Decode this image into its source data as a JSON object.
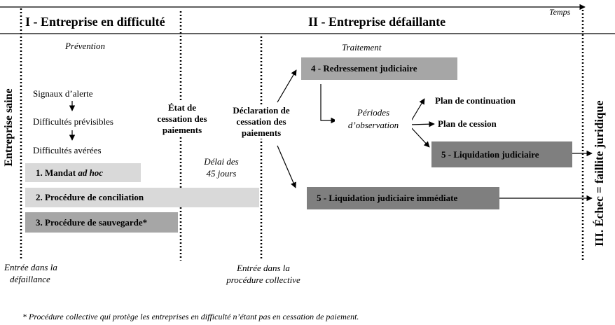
{
  "header": {
    "time_label": "Temps",
    "section1_title": "I - Entreprise en difficulté",
    "section2_title": "II - Entreprise défaillante"
  },
  "left": {
    "vertical_label": "Entreprise saine",
    "prevention": "Prévention",
    "signal1": "Signaux d’alerte",
    "signal2": "Difficultés prévisibles",
    "signal3": "Difficultés avérées",
    "box1_num": "1. Mandat ",
    "box1_em": "ad hoc",
    "box2": "2. Procédure de conciliation",
    "box3": "3. Procédure de sauvegarde*",
    "entry1_line1": "Entrée dans la",
    "entry1_line2": "défaillance"
  },
  "middle": {
    "etat_line1": "État de",
    "etat_line2": "cessation des",
    "etat_line3": "paiements",
    "delai_line1": "Délai des",
    "delai_line2": "45 jours",
    "decl_line1": "Déclaration de",
    "decl_line2": "cessation des",
    "decl_line3": "paiements",
    "entry2_line1": "Entrée dans la",
    "entry2_line2": "procédure collective"
  },
  "right": {
    "traitement": "Traitement",
    "box4": "4 - Redressement judiciaire",
    "periodes_line1": "Périodes",
    "periodes_line2": "d’observation",
    "plan1": "Plan de continuation",
    "plan2": "Plan de cession",
    "box5a": "5 - Liquidation judiciaire",
    "box5b": "5 - Liquidation judiciaire immédiate",
    "vertical_label": "III. Échec = faillite juridique"
  },
  "footnote": "* Procédure collective qui protège les entreprises en difficulté n’étant pas en cessation de paiement.",
  "colors": {
    "light_box": "#d9d9d9",
    "mid_box": "#a6a6a6",
    "dark_box": "#7f7f7f"
  }
}
